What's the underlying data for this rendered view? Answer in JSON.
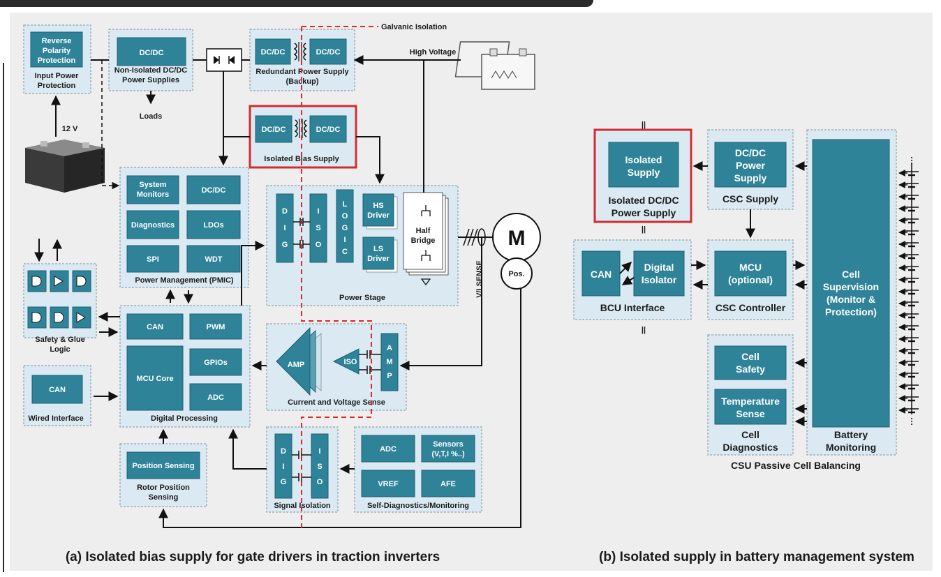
{
  "labels": {
    "reverse_polarity": [
      "Reverse",
      "Polarity",
      "Protection"
    ],
    "input_power": [
      "Input Power",
      "Protection"
    ],
    "dcdc": "DC/DC",
    "non_isolated": [
      "Non-Isolated DC/DC",
      "Power Supplies"
    ],
    "loads": "Loads",
    "twelve_v": "12 V",
    "redundant": [
      "Redundant Power Supply",
      "(Backup)"
    ],
    "galvanic": "Galvanic Isolation",
    "high_voltage": "High Voltage",
    "isolated_bias": "Isolated Bias Supply",
    "system_monitors": [
      "System",
      "Monitors"
    ],
    "diagnostics": "Diagnostics",
    "ldos": "LDOs",
    "spi": "SPI",
    "wdt": "WDT",
    "pmic": "Power Management (PMIC)",
    "dig": [
      "D",
      "I",
      "G"
    ],
    "iso": [
      "I",
      "S",
      "O"
    ],
    "logic": [
      "L",
      "O",
      "G",
      "I",
      "C"
    ],
    "hs_driver": [
      "HS",
      "Driver"
    ],
    "ls_driver": [
      "LS",
      "Driver"
    ],
    "half_bridge": [
      "Half",
      "Bridge"
    ],
    "power_stage": "Power Stage",
    "motor": "M",
    "pos": "Pos.",
    "vi_sense": "V/I SENSE",
    "safety_glue": [
      "Safety & Glue",
      "Logic"
    ],
    "can": "CAN",
    "pwm": "PWM",
    "gpios": "GPIOs",
    "mcu_core": "MCU Core",
    "adc": "ADC",
    "digital_processing": "Digital Processing",
    "wired_interface": "Wired Interface",
    "amp": "AMP",
    "iso_word": "ISO",
    "amp_vertical": [
      "A",
      "M",
      "P"
    ],
    "current_voltage": "Current and Voltage Sense",
    "position_sensing": "Position Sensing",
    "rotor_position": [
      "Rotor Position",
      "Sensing"
    ],
    "signal_isolation": "Signal Isolation",
    "sensors": [
      "Sensors",
      "(V,T,I %..)"
    ],
    "vref": "VREF",
    "afe": "AFE",
    "self_diag": "Self-Diagnostics/Monitoring",
    "isolated_supply": [
      "Isolated",
      "Supply"
    ],
    "isolated_dcdc": [
      "Isolated DC/DC",
      "Power Supply"
    ],
    "dcdc_power_supply": [
      "DC/DC",
      "Power",
      "Supply"
    ],
    "csc_supply": "CSC Supply",
    "cell_supervision": [
      "Cell",
      "Supervision",
      "(Monitor &",
      "Protection)"
    ],
    "digital_isolator": [
      "Digital",
      "Isolator"
    ],
    "bcu_interface": "BCU Interface",
    "mcu_optional": [
      "MCU",
      "(optional)"
    ],
    "csc_controller": "CSC Controller",
    "cell_safety": [
      "Cell",
      "Safety"
    ],
    "temperature_sense": [
      "Temperature",
      "Sense"
    ],
    "cell_diagnostics": [
      "Cell",
      "Diagnostics"
    ],
    "battery_monitoring": [
      "Battery",
      "Monitoring"
    ],
    "csu": "CSU Passive Cell Balancing"
  },
  "captions": {
    "a": "(a) Isolated bias supply for gate drivers in traction inverters",
    "b": "(b) Isolated supply in battery management system"
  },
  "colors": {
    "teal": "#2f8398",
    "light_panel": "#dbeaf2",
    "highlight_red": "#d52b2e"
  }
}
